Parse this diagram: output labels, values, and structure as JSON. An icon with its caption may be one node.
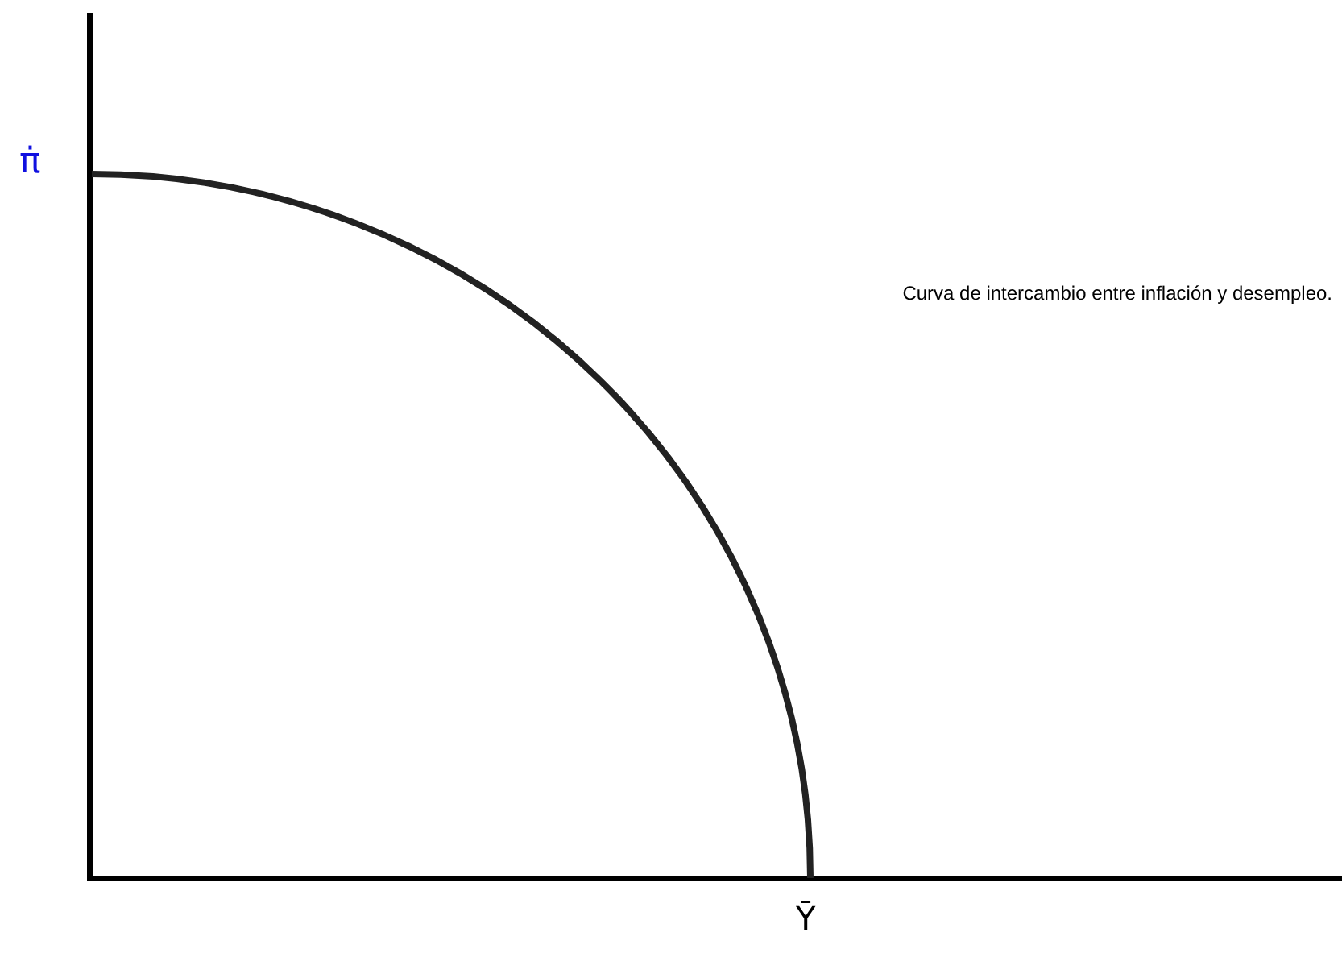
{
  "diagram": {
    "labels": [
      "π̇",
      "Ȳ",
      "Curva de intercambio entre inflación y desempleo."
    ]
  }
}
